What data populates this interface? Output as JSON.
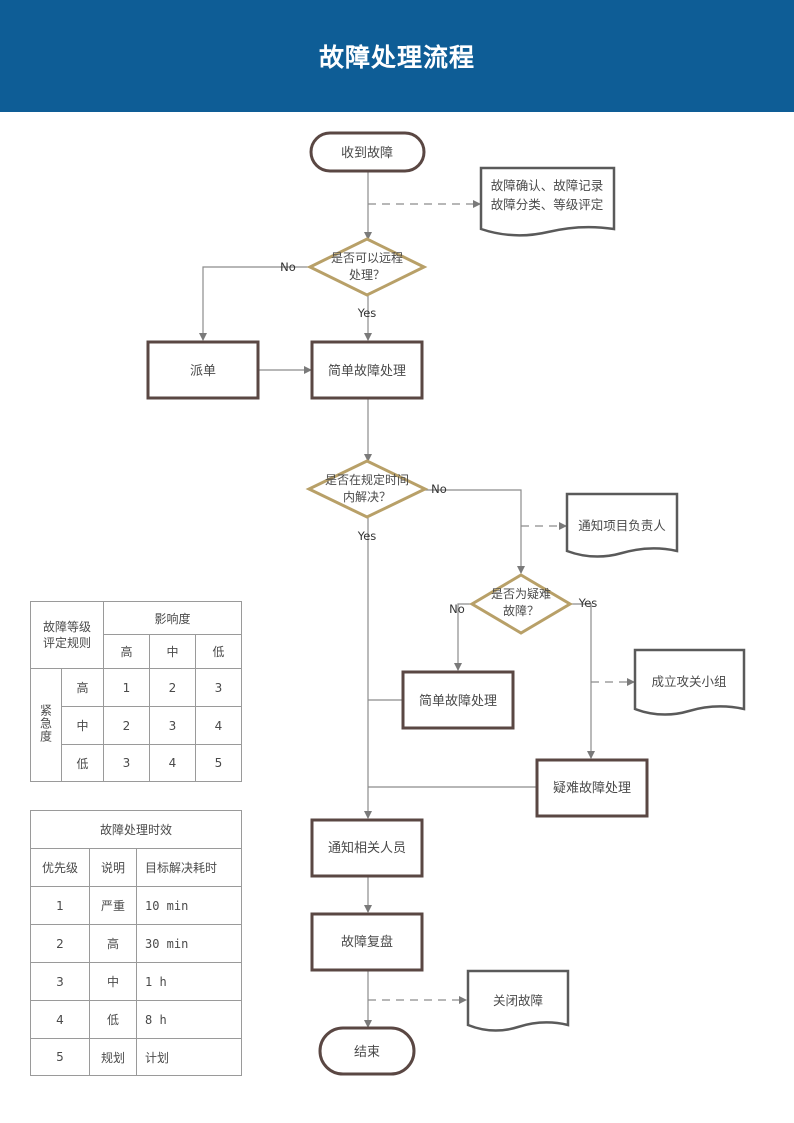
{
  "page": {
    "title": "故障处理流程"
  },
  "flow": {
    "start": "收到故障",
    "doc_note_line1": "故障确认、故障记录",
    "doc_note_line2": "故障分类、等级评定",
    "decision_remote_line1": "是否可以远程",
    "decision_remote_line2": "处理？",
    "no1": "No",
    "yes1": "Yes",
    "dispatch": "派单",
    "simple_process_1": "简单故障处理",
    "decision_time_line1": "是否在规定时间",
    "decision_time_line2": "内解决？",
    "no2": "No",
    "yes2": "Yes",
    "notify_pm": "通知项目负责人",
    "decision_hard_line1": "是否为疑难",
    "decision_hard_line2": "故障？",
    "no3": "No",
    "yes3": "Yes",
    "task_force": "成立攻关小组",
    "simple_process_2": "简单故障处理",
    "hard_process": "疑难故障处理",
    "notify_staff": "通知相关人员",
    "review": "故障复盘",
    "close": "关闭故障",
    "end": "结束"
  },
  "colors": {
    "header": "#0e5d96",
    "box_border": "#5a4743",
    "diamond_border": "#b8a068",
    "line": "#8c8c8c"
  },
  "level_table": {
    "corner_line1": "故障等级",
    "corner_line2": "评定规则",
    "impact_header": "影响度",
    "urgency_header": "紧急度",
    "impact_cols": [
      "高",
      "中",
      "低"
    ],
    "rows": [
      {
        "urgency": "高",
        "values": [
          "1",
          "2",
          "3"
        ]
      },
      {
        "urgency": "中",
        "values": [
          "2",
          "3",
          "4"
        ]
      },
      {
        "urgency": "低",
        "values": [
          "3",
          "4",
          "5"
        ]
      }
    ]
  },
  "sla_table": {
    "title": "故障处理时效",
    "headers": [
      "优先级",
      "说明",
      "目标解决耗时"
    ],
    "rows": [
      [
        "1",
        "严重",
        "10 min"
      ],
      [
        "2",
        "高",
        "30 min"
      ],
      [
        "3",
        "中",
        "1 h"
      ],
      [
        "4",
        "低",
        "8 h"
      ],
      [
        "5",
        "规划",
        "计划"
      ]
    ]
  }
}
